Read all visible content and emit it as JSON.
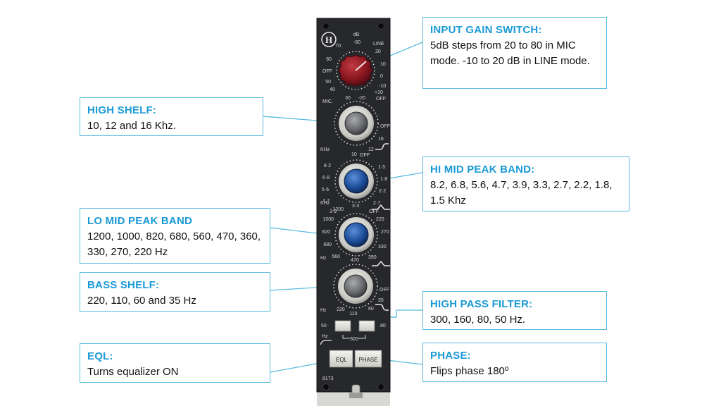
{
  "callouts": {
    "input_gain": {
      "title": "INPUT GAIN SWITCH:",
      "text": "5dB steps from 20 to 80 in MIC mode. -10 to 20 dB in LINE mode."
    },
    "high_shelf": {
      "title": "HIGH SHELF:",
      "text": "10, 12 and 16 Khz."
    },
    "hi_mid": {
      "title": "HI MID PEAK BAND:",
      "text": "8.2, 6.8, 5.6, 4.7, 3.9, 3.3, 2.7, 2.2, 1.8, 1.5 Khz"
    },
    "lo_mid": {
      "title": "LO MID PEAK BAND",
      "text": "1200, 1000, 820, 680, 560, 470, 360, 330, 270, 220 Hz"
    },
    "bass_shelf": {
      "title": "BASS SHELF:",
      "text": "220, 110, 60 and 35 Hz"
    },
    "hpf": {
      "title": "HIGH PASS FILTER:",
      "text": "300, 160, 80, 50 Hz."
    },
    "eql": {
      "title": "EQL:",
      "text": "Turns equalizer ON"
    },
    "phase": {
      "title": "PHASE:",
      "text": "Flips phase 180º"
    }
  },
  "panel": {
    "logo": "H",
    "gain": {
      "db": "dB",
      "line": "LINE",
      "mic": "MIC.",
      "off_left": "OFF",
      "off_right": "OFF",
      "ticks_left": [
        "70",
        "60",
        "50",
        "40"
      ],
      "ticks_top": [
        "-80",
        "20"
      ],
      "ticks_right": [
        "10",
        "0",
        "-10",
        "+10"
      ],
      "ticks_bottom": [
        "30",
        "-20"
      ]
    },
    "high_shelf": {
      "off": "OFF",
      "v16": "16",
      "v12": "12",
      "v10": "10",
      "unit": "KHz"
    },
    "hi_mid": {
      "off": "OFF",
      "left": [
        "8·2",
        "6·8",
        "5·6",
        "4·7",
        "3·9"
      ],
      "right": [
        "1·5",
        "1·8",
        "2·2",
        "2·7"
      ],
      "bottom": "3·3",
      "unit": "KHz"
    },
    "lo_mid": {
      "off": "OFF",
      "left": [
        "1200",
        "1000",
        "820",
        "680",
        "560"
      ],
      "right": [
        "220",
        "270",
        "330",
        "390"
      ],
      "bottom": "470",
      "unit": "Hz"
    },
    "bass": {
      "off": "OFF",
      "v35": "35",
      "v60": "60",
      "v110": "110",
      "v220": "220",
      "unit": "Hz"
    },
    "hpf": {
      "v50": "50",
      "v80": "80",
      "v300": "300",
      "unit": "Hz"
    },
    "eql_btn": "EQL",
    "phase_btn": "PHASE",
    "model": "8173"
  },
  "colors": {
    "accent": "#1a9ad6",
    "border": "#5bbbe0",
    "panel": "#27282c",
    "gain_knob": "#8a1620",
    "mid_knob": "#1d4f9c",
    "shelf_knob": "#6a6c70"
  }
}
